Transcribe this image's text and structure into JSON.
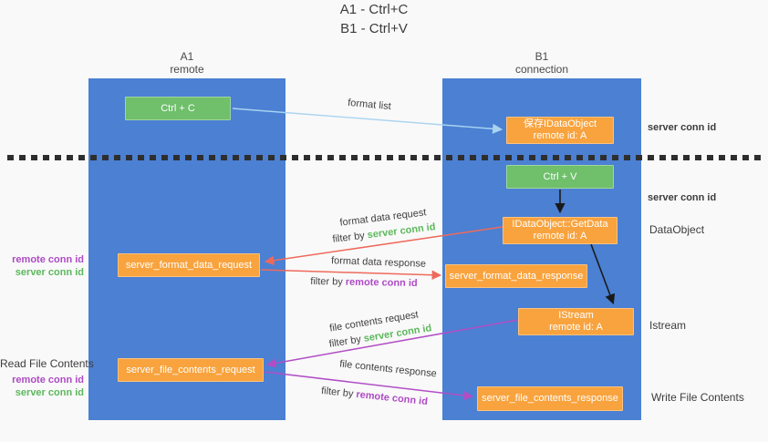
{
  "title": {
    "line1": "A1 - Ctrl+C",
    "line2": "B1 - Ctrl+V"
  },
  "lifelines": {
    "left": {
      "id": "A1",
      "label": "remote"
    },
    "right": {
      "id": "B1",
      "label": "connection"
    }
  },
  "boxes": {
    "ctrl_c": "Ctrl + C",
    "ctrl_v": "Ctrl + V",
    "save_dataobject": {
      "line1": "保存IDataObject",
      "line2": "remote id: A"
    },
    "getdata": {
      "line1": "IDataObject::GetData",
      "line2": "remote id: A"
    },
    "istream": {
      "line1": "IStream",
      "line2": "remote id: A"
    },
    "server_format_data_request": "server_format_data_request",
    "server_format_data_response": "server_format_data_response",
    "server_file_contents_request": "server_file_contents_request",
    "server_file_contents_response": "server_file_contents_response"
  },
  "arrows": {
    "format_list": "format list",
    "format_data_request": "format data request",
    "format_data_response": "format data response",
    "file_contents_request": "file contents request",
    "file_contents_response": "file contents response",
    "filter_by": "filter by",
    "server_conn_id": "server conn id",
    "remote_conn_id": "remote conn id"
  },
  "annotations": {
    "server_conn_id": "server conn id",
    "remote_conn_id": "remote conn id",
    "dataobject": "DataObject",
    "istream": "Istream",
    "read_file_contents": "Read File Contents",
    "write_file_contents": "Write File Contents"
  },
  "colors": {
    "lifeline_blue": "#4b80d3",
    "box_green": "#6fbf6b",
    "box_orange": "#f8a33e",
    "arrow_light_blue": "#a9d4f0",
    "arrow_black": "#1a1a1a",
    "arrow_red": "#ee6a5c",
    "arrow_purple": "#b14ec6",
    "conn_id_green": "#5cb85c",
    "conn_id_purple": "#ae4bc5"
  }
}
